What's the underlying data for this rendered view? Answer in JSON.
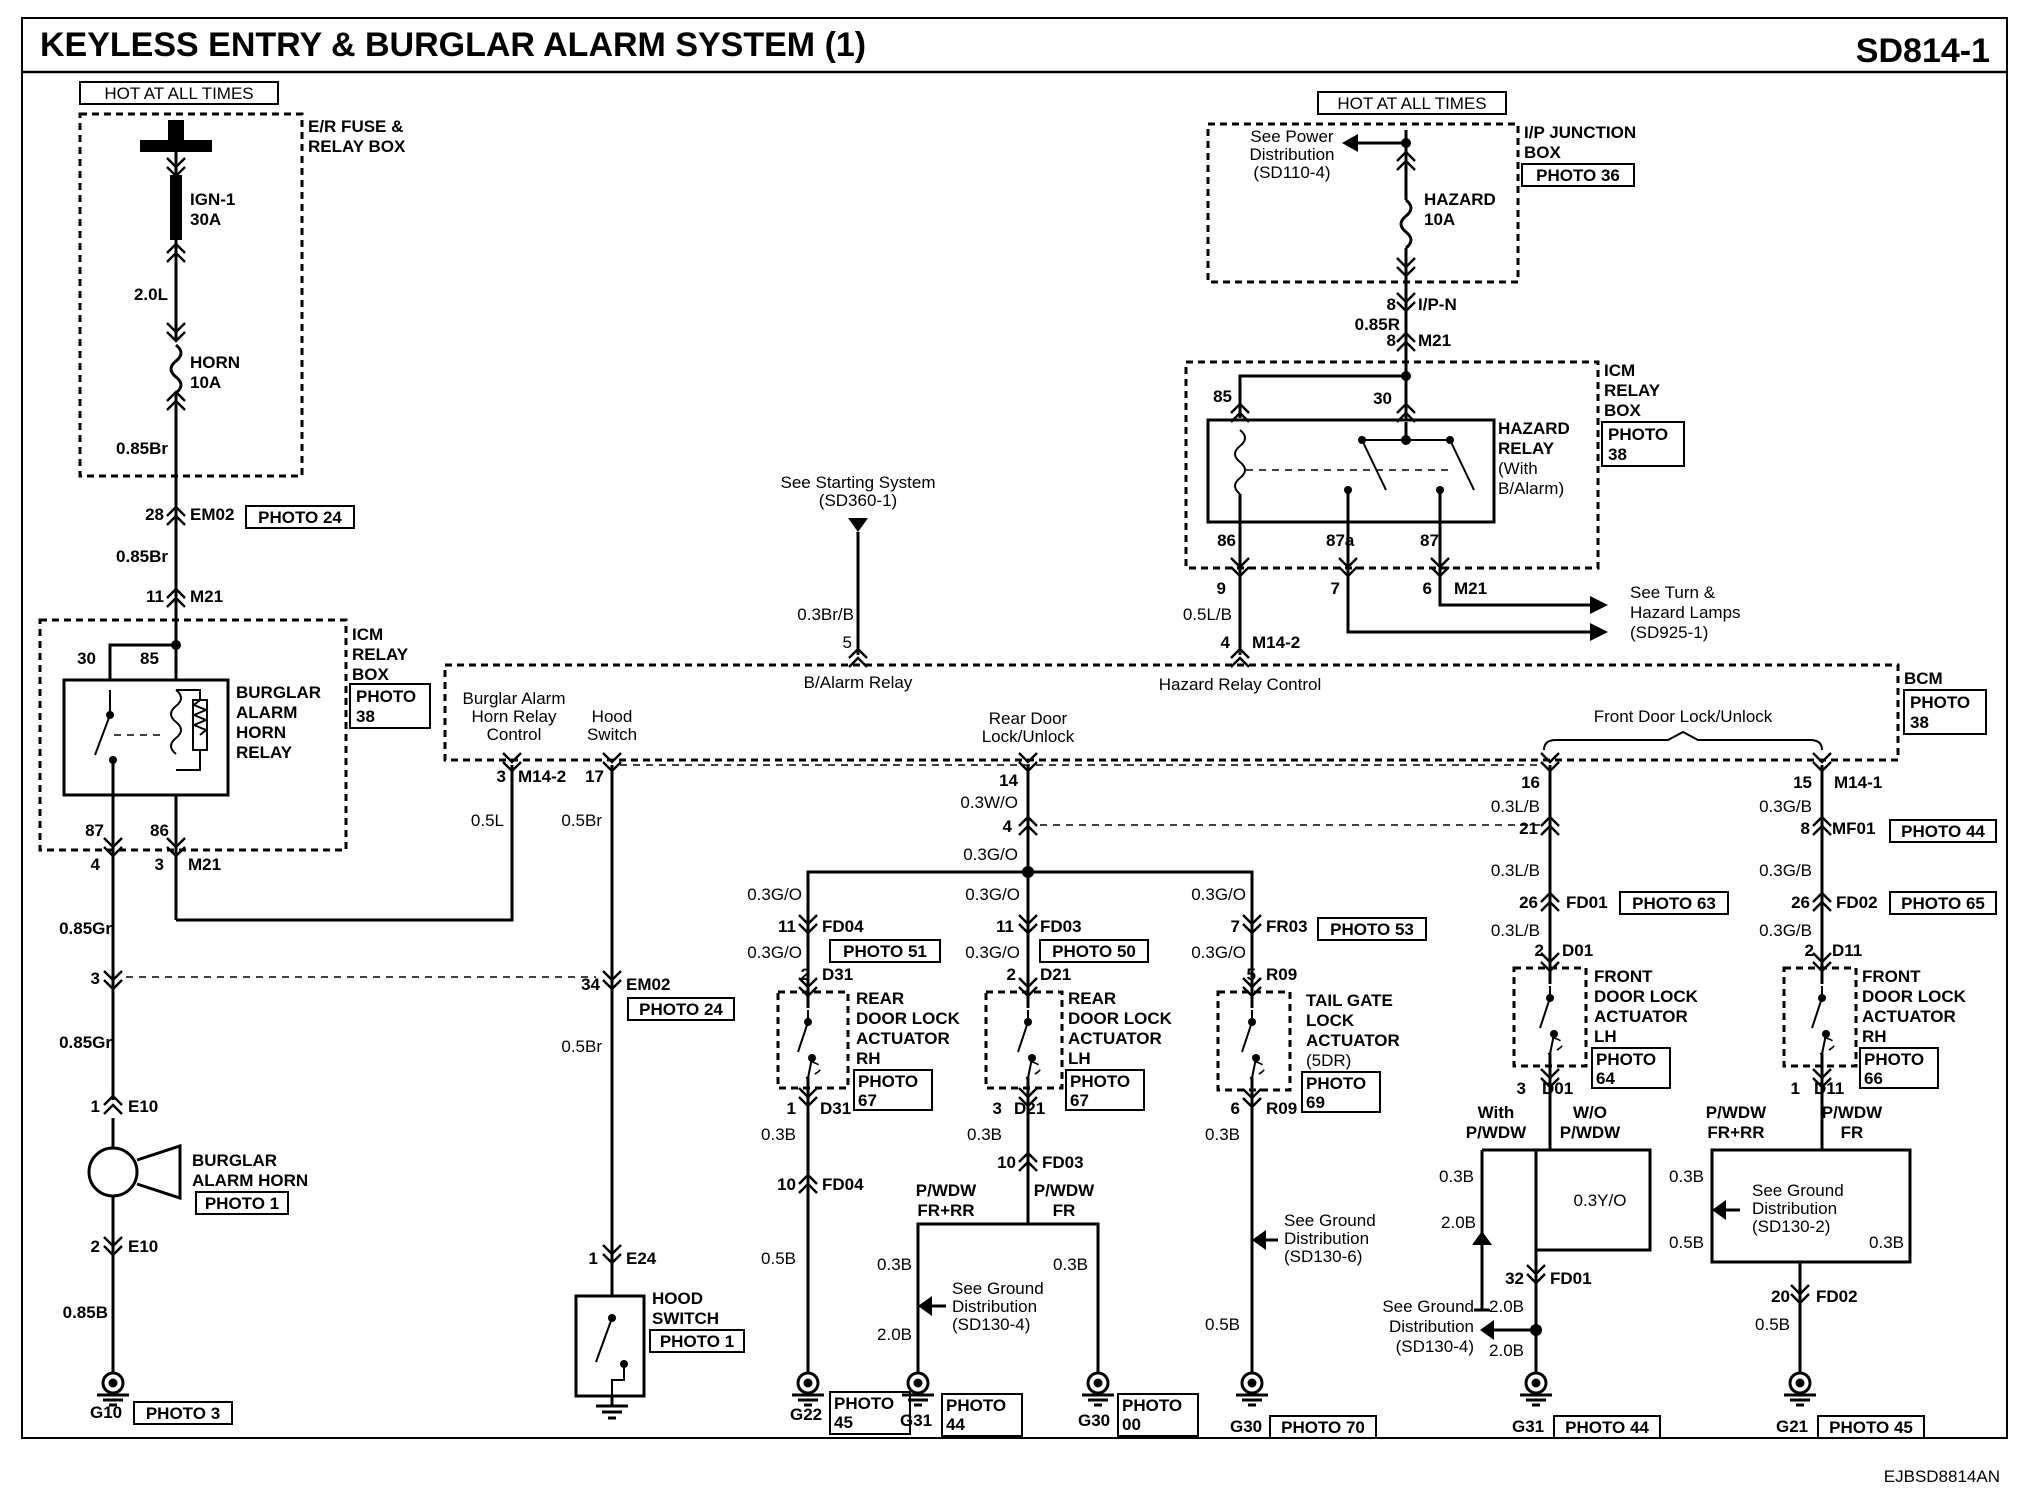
{
  "header": {
    "title": "KEYLESS ENTRY & BURGLAR ALARM SYSTEM (1)",
    "code": "SD814-1",
    "footer_id": "EJBSD8814AN"
  },
  "power": {
    "hot_left": "HOT AT ALL TIMES",
    "hot_right": "HOT AT ALL TIMES",
    "er_box": [
      "E/R FUSE &",
      "RELAY BOX"
    ],
    "fuse_ign": [
      "IGN-1",
      "30A"
    ],
    "fuse_horn": [
      "HORN",
      "10A"
    ],
    "w_2_0l": "2.0L",
    "w_085br_a": "0.85Br",
    "em02_pin": "28",
    "em02": "EM02",
    "photo24_a": "PHOTO 24",
    "w_085br_b": "0.85Br",
    "m21_pin_a": "11",
    "m21_a": "M21",
    "ip_box": [
      "I/P JUNCTION",
      "BOX"
    ],
    "photo36": "PHOTO 36",
    "see_power": [
      "See Power",
      "Distribution",
      "(SD110-4)"
    ],
    "fuse_hazard": [
      "HAZARD",
      "10A"
    ],
    "ipn_pin": "8",
    "ipn": "I/P-N",
    "w_085r": "0.85R",
    "m21_pin_b": "8",
    "m21_b": "M21"
  },
  "icm_left": {
    "label": [
      "ICM",
      "RELAY",
      "BOX"
    ],
    "photo": [
      "PHOTO",
      "38"
    ],
    "relay": [
      "BURGLAR",
      "ALARM",
      "HORN",
      "RELAY"
    ],
    "p30": "30",
    "p85": "85",
    "p87": "87",
    "p86": "86",
    "pin4": "4",
    "pin3": "3",
    "m21": "M21"
  },
  "icm_right": {
    "label": [
      "ICM",
      "RELAY",
      "BOX"
    ],
    "photo": [
      "PHOTO",
      "38"
    ],
    "relay": [
      "HAZARD",
      "RELAY",
      "(With",
      "B/Alarm)"
    ],
    "p85": "85",
    "p30": "30",
    "p86": "86",
    "p87a": "87a",
    "p87": "87",
    "pin9": "9",
    "pin7": "7",
    "pin6": "6",
    "m21": "M21",
    "w_05lb": "0.5L/B",
    "m14_pin": "4",
    "m14": "M14-2",
    "see_turn": [
      "See Turn &",
      "Hazard Lamps",
      "(SD925-1)"
    ]
  },
  "starting": {
    "see": [
      "See Starting System",
      "(SD360-1)"
    ],
    "w": "0.3Br/B",
    "pin": "5"
  },
  "bcm": {
    "label": "BCM",
    "photo": [
      "PHOTO",
      "38"
    ],
    "b_alarm_relay": "B/Alarm Relay",
    "hazard_control": "Hazard Relay Control",
    "horn_relay_ctrl": [
      "Burglar Alarm",
      "Horn Relay",
      "Control"
    ],
    "hood_switch": [
      "Hood",
      "Switch"
    ],
    "rear_door": [
      "Rear Door",
      "Lock/Unlock"
    ],
    "front_door": "Front Door Lock/Unlock",
    "pin3": "3",
    "m14_2": "M14-2",
    "pin17": "17",
    "pin14": "14",
    "pin16": "16",
    "pin15": "15",
    "m14_1": "M14-1"
  },
  "horn_circuit": {
    "w_05l": "0.5L",
    "w_085gr_a": "0.85Gr",
    "pin3": "3",
    "w_085gr_b": "0.85Gr",
    "e10_pin1": "1",
    "e10_a": "E10",
    "horn": [
      "BURGLAR",
      "ALARM HORN"
    ],
    "photo1": "PHOTO 1",
    "e10_pin2": "2",
    "e10_b": "E10",
    "w_085b": "0.85B",
    "g10": "G10",
    "photo3": "PHOTO 3"
  },
  "hood_circuit": {
    "w_05br_a": "0.5Br",
    "em02_pin": "34",
    "em02": "EM02",
    "photo24": "PHOTO 24",
    "w_05br_b": "0.5Br",
    "e24_pin": "1",
    "e24": "E24",
    "switch": [
      "HOOD",
      "SWITCH"
    ],
    "photo1": "PHOTO 1"
  },
  "rear_doors": {
    "w_03wo": "0.3W/O",
    "pin4": "4",
    "w_03go": "0.3G/O",
    "rh": {
      "w1": "0.3G/O",
      "fd_pin": "11",
      "fd": "FD04",
      "photo_fd": "PHOTO 51",
      "w2": "0.3G/O",
      "d_pin": "2",
      "d": "D31",
      "label": [
        "REAR",
        "DOOR LOCK",
        "ACTUATOR",
        "RH"
      ],
      "photo": [
        "PHOTO",
        "67"
      ],
      "d_pin_b": "1",
      "d_b": "D31",
      "w3": "0.3B",
      "fd_pin_b": "10",
      "fd_b": "FD04",
      "w4": "0.5B",
      "g": "G22",
      "photo_g": [
        "PHOTO",
        "45"
      ]
    },
    "lh": {
      "w1": "0.3G/O",
      "fd_pin": "11",
      "fd": "FD03",
      "photo_fd": "PHOTO 50",
      "w2": "0.3G/O",
      "d_pin": "2",
      "d": "D21",
      "label": [
        "REAR",
        "DOOR LOCK",
        "ACTUATOR",
        "LH"
      ],
      "photo": [
        "PHOTO",
        "67"
      ],
      "d_pin_b": "3",
      "d_b": "D21",
      "w3": "0.3B",
      "fd_pin_b": "10",
      "fd_b": "FD03",
      "pwdw_a": [
        "P/WDW",
        "FR+RR"
      ],
      "pwdw_b": [
        "P/WDW",
        "FR"
      ],
      "w4": "0.3B",
      "w5": "0.3B",
      "w6": "2.0B",
      "see_ground": [
        "See Ground",
        "Distribution",
        "(SD130-4)"
      ],
      "g31": "G31",
      "photo_g31": [
        "PHOTO",
        "44"
      ],
      "g30": "G30",
      "photo_g30": [
        "PHOTO",
        "00"
      ]
    },
    "tail": {
      "w1": "0.3G/O",
      "fr_pin": "7",
      "fr": "FR03",
      "photo_fr": "PHOTO 53",
      "w2": "0.3G/O",
      "r_pin": "5",
      "r": "R09",
      "label": [
        "TAIL GATE",
        "LOCK",
        "ACTUATOR",
        "(5DR)"
      ],
      "photo": [
        "PHOTO",
        "69"
      ],
      "r_pin_b": "6",
      "r_b": "R09",
      "w3": "0.3B",
      "see_ground": [
        "See Ground",
        "Distribution",
        "(SD130-6)"
      ],
      "w4": "0.5B",
      "g": "G30",
      "photo_g": "PHOTO 70"
    }
  },
  "front_doors": {
    "lh": {
      "w1": "0.3L/B",
      "mf_pin": "21",
      "w2": "0.3L/B",
      "fd_pin": "26",
      "fd": "FD01",
      "photo_fd": "PHOTO 63",
      "w3": "0.3L/B",
      "d_pin": "2",
      "d": "D01",
      "label": [
        "FRONT",
        "DOOR LOCK",
        "ACTUATOR",
        "LH"
      ],
      "photo": [
        "PHOTO",
        "64"
      ],
      "d_pin_b": "3",
      "d_b": "D01",
      "with": [
        "With",
        "P/WDW"
      ],
      "wo": [
        "W/O",
        "P/WDW"
      ],
      "w4": "0.3B",
      "w5": "2.0B",
      "w6": "0.3Y/O",
      "fd_pin_b": "32",
      "fd_b": "FD01",
      "see_ground": [
        "See Ground",
        "Distribution",
        "(SD130-4)"
      ],
      "w7": "2.0B",
      "w8": "2.0B",
      "g": "G31",
      "photo_g": "PHOTO 44"
    },
    "rh": {
      "w1": "0.3G/B",
      "mf_pin": "8",
      "mf": "MF01",
      "photo_mf": "PHOTO 44",
      "w2": "0.3G/B",
      "fd_pin": "26",
      "fd": "FD02",
      "photo_fd": "PHOTO 65",
      "w3": "0.3G/B",
      "d_pin": "2",
      "d": "D11",
      "label": [
        "FRONT",
        "DOOR LOCK",
        "ACTUATOR",
        "RH"
      ],
      "photo": [
        "PHOTO",
        "66"
      ],
      "d_pin_b": "1",
      "d_b": "D11",
      "pwdw_a": [
        "P/WDW",
        "FR+RR"
      ],
      "pwdw_b": [
        "P/WDW",
        "FR"
      ],
      "w4": "0.3B",
      "w5": "0.5B",
      "w6": "0.3B",
      "see_ground": [
        "See Ground",
        "Distribution",
        "(SD130-2)"
      ],
      "fd_pin_b": "20",
      "fd_b": "FD02",
      "w7": "0.5B",
      "g": "G21",
      "photo_g": "PHOTO 45"
    }
  }
}
